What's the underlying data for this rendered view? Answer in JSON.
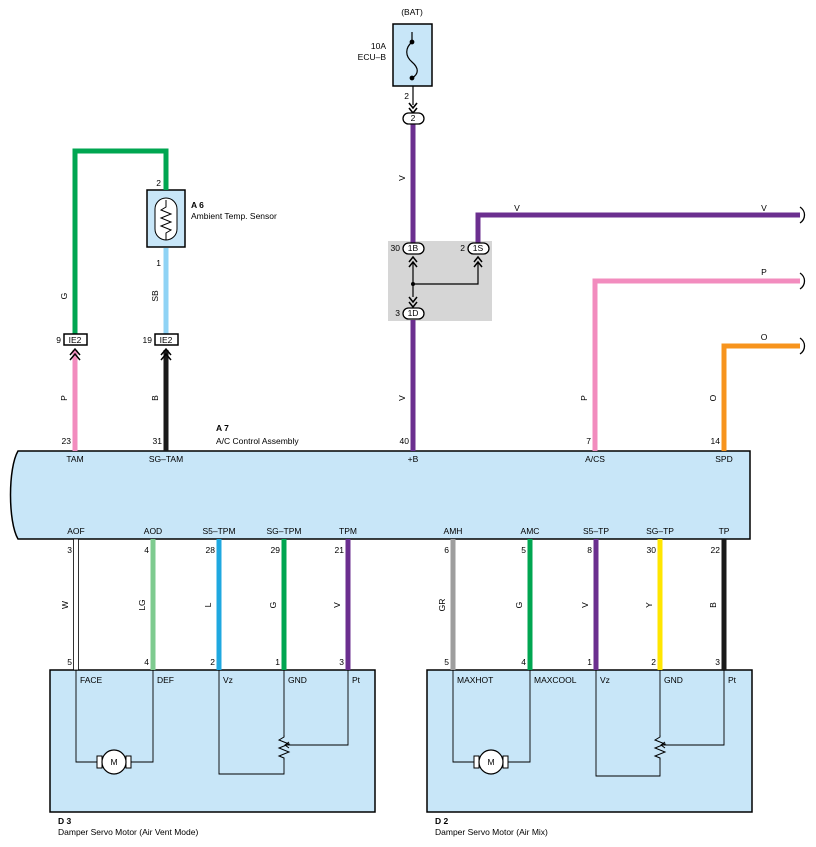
{
  "wire_colors": {
    "G": "#00a651",
    "SB": "#8fd3f5",
    "P": "#f28cbe",
    "B": "#1a1a1a",
    "V": "#6b2f8f",
    "O": "#f7941d",
    "W": "#ffffff",
    "LG": "#7ecb8f",
    "L": "#1fa8e0",
    "GR": "#9e9e9e",
    "Y": "#ffe600"
  },
  "fuse": {
    "source": "(BAT)",
    "rating": "10A",
    "name": "ECU–B",
    "pin": "2",
    "connector": "2"
  },
  "sensor": {
    "id": "A 6",
    "name": "Ambient Temp.  Sensor",
    "pin_top": "2",
    "pin_bottom": "1"
  },
  "junction": {
    "pins": [
      {
        "pin": "30",
        "connector": "1B"
      },
      {
        "pin": "2",
        "connector": "1S"
      },
      {
        "pin": "3",
        "connector": "1D"
      }
    ]
  },
  "ie_connectors": [
    {
      "pin": "9",
      "label": "IE2"
    },
    {
      "pin": "19",
      "label": "IE2"
    }
  ],
  "upper_wire_labels": [
    "G",
    "SB",
    "V",
    "V",
    "V",
    "P",
    "O",
    "P",
    "B",
    "V",
    "P",
    "O"
  ],
  "assembly": {
    "id": "A 7",
    "name": "A/C Control Assembly",
    "top_pins": [
      {
        "num": "23",
        "name": "TAM"
      },
      {
        "num": "31",
        "name": "SG–TAM"
      },
      {
        "num": "40",
        "name": "+B"
      },
      {
        "num": "7",
        "name": "A/CS"
      },
      {
        "num": "14",
        "name": "SPD"
      }
    ],
    "bottom_pins": [
      {
        "name": "AOF",
        "num": "3",
        "color": "W",
        "motor_pin": "5"
      },
      {
        "name": "AOD",
        "num": "4",
        "color": "LG",
        "motor_pin": "4"
      },
      {
        "name": "S5–TPM",
        "num": "28",
        "color": "L",
        "motor_pin": "2"
      },
      {
        "name": "SG–TPM",
        "num": "29",
        "color": "G",
        "motor_pin": "1"
      },
      {
        "name": "TPM",
        "num": "21",
        "color": "V",
        "motor_pin": "3"
      },
      {
        "name": "AMH",
        "num": "6",
        "color": "GR",
        "motor_pin": "5"
      },
      {
        "name": "AMC",
        "num": "5",
        "color": "G",
        "motor_pin": "4"
      },
      {
        "name": "S5–TP",
        "num": "8",
        "color": "V",
        "motor_pin": "1"
      },
      {
        "name": "SG–TP",
        "num": "30",
        "color": "Y",
        "motor_pin": "2"
      },
      {
        "name": "TP",
        "num": "22",
        "color": "B",
        "motor_pin": "3"
      }
    ]
  },
  "motor_d3": {
    "id": "D 3",
    "name": "Damper Servo Motor (Air Vent Mode)",
    "terminals": [
      "FACE",
      "DEF",
      "Vz",
      "GND",
      "Pt"
    ],
    "motor_label": "M"
  },
  "motor_d2": {
    "id": "D 2",
    "name": "Damper Servo Motor (Air Mix)",
    "terminals": [
      "MAXHOT",
      "MAXCOOL",
      "Vz",
      "GND",
      "Pt"
    ],
    "motor_label": "M"
  }
}
